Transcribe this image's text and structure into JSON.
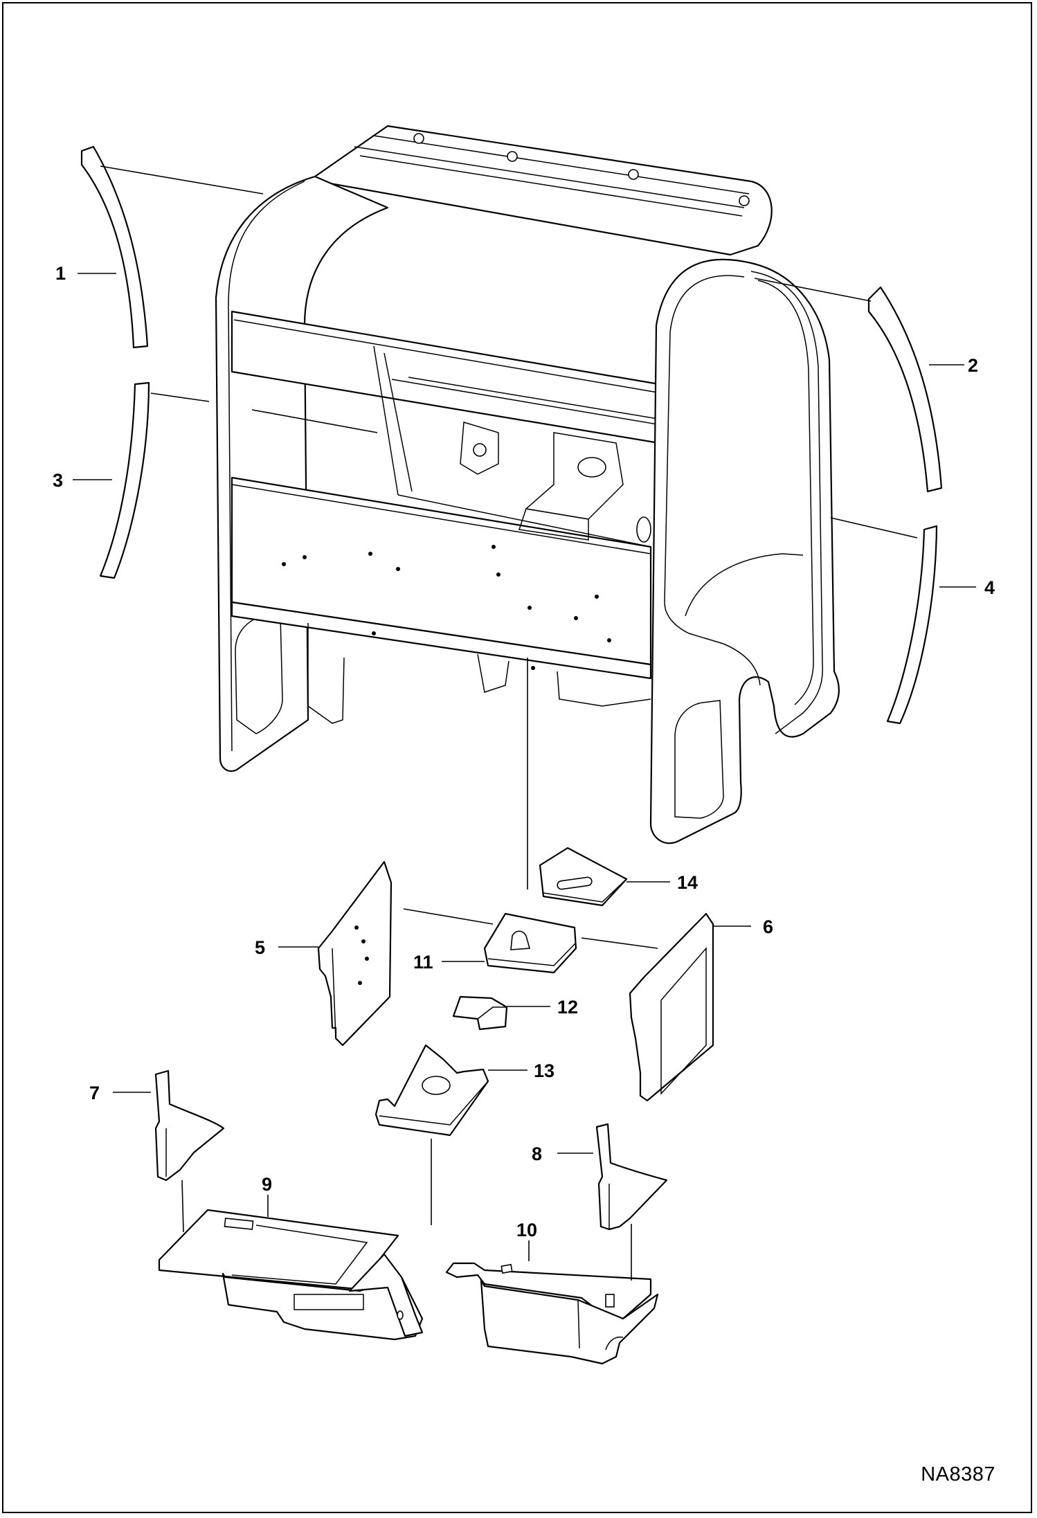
{
  "callouts": {
    "c1": "1",
    "c2": "2",
    "c3": "3",
    "c4": "4",
    "c5": "5",
    "c6": "6",
    "c7": "7",
    "c8": "8",
    "c9": "9",
    "c10": "10",
    "c11": "11",
    "c12": "12",
    "c13": "13",
    "c14": "14"
  },
  "drawing_code": "NA8387"
}
